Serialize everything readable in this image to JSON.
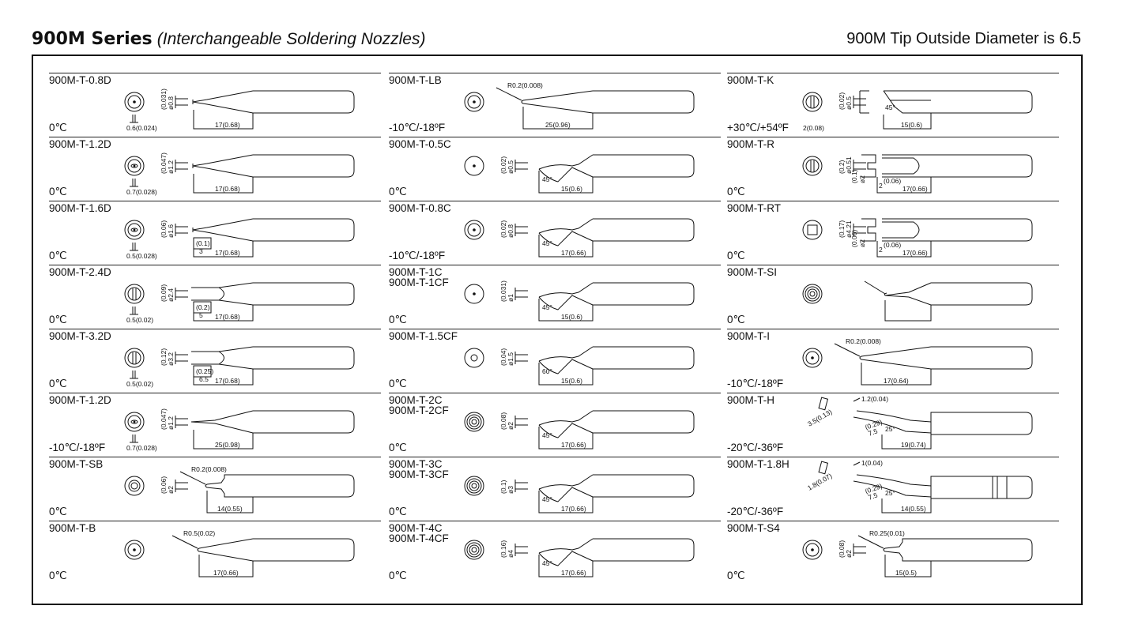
{
  "header": {
    "series_bold": "900M Series",
    "series_italic": "(Interchangeable Soldering Nozzles)",
    "note": "900M Tip Outside Diameter is 6.5"
  },
  "columns": [
    {
      "cells": [
        {
          "model": "900M-T-0.8D",
          "temp": "0℃",
          "side": "(0.031)|ø0.8",
          "flat": "0.6(0.024)",
          "len": "17(0.68)",
          "type": "cone"
        },
        {
          "model": "900M-T-1.2D",
          "temp": "0℃",
          "side": "(0.047)|ø1.2",
          "flat": "0.7(0.028)",
          "len": "17(0.68)",
          "type": "cone"
        },
        {
          "model": "900M-T-1.6D",
          "temp": "0℃",
          "side": "(0.06)|ø1.6",
          "flat": "0.5(0.028)",
          "len": "17(0.68)",
          "extra1": "3",
          "extra2": "(0.1)",
          "type": "cone"
        },
        {
          "model": "900M-T-2.4D",
          "temp": "0℃",
          "side": "(0.09)|ø2.4",
          "flat": "0.5(0.02)",
          "len": "17(0.68)",
          "extra1": "5",
          "extra2": "(0.2)",
          "type": "chisel"
        },
        {
          "model": "900M-T-3.2D",
          "temp": "0℃",
          "side": "(0.12)|ø3.2",
          "flat": "0.5(0.02)",
          "len": "17(0.68)",
          "extra1": "6.5",
          "extra2": "(0.25)",
          "type": "chisel"
        },
        {
          "model": "900M-T-1.2D",
          "temp": "-10℃/-18ºF",
          "side": "(0.047)|ø1.2",
          "flat": "0.7(0.028)",
          "len": "25(0.98)",
          "type": "long"
        },
        {
          "model": "900M-T-SB",
          "temp": "0℃",
          "side": "(0.06)|ø2",
          "flat": "",
          "len": "14(0.55)",
          "radius": "R0.2(0.008)",
          "type": "stub"
        },
        {
          "model": "900M-T-B",
          "temp": "0℃",
          "side": "",
          "flat": "",
          "len": "17(0.66)",
          "radius": "R0.5(0.02)",
          "type": "conical"
        }
      ]
    },
    {
      "cells": [
        {
          "model": "900M-T-LB",
          "temp": "-10℃/-18ºF",
          "side": "",
          "len": "25(0.96)",
          "radius": "R0.2(0.008)",
          "type": "longcone"
        },
        {
          "model": "900M-T-0.5C",
          "temp": "0℃",
          "side": "(0.02)|ø0.5",
          "len": "15(0.6)",
          "angle": "45°",
          "type": "bevel"
        },
        {
          "model": "900M-T-0.8C",
          "temp": "-10℃/-18ºF",
          "side": "(0.02)|ø0.8",
          "len": "17(0.66)",
          "angle": "45°",
          "type": "bevel"
        },
        {
          "model": "900M-T-1C\n900M-T-1CF",
          "temp": "0℃",
          "side": "(0.031)|ø1",
          "len": "15(0.6)",
          "angle": "45°",
          "type": "bevel"
        },
        {
          "model": "900M-T-1.5CF",
          "temp": "0℃",
          "side": "(0.04)|ø1.5",
          "len": "15(0.6)",
          "angle": "60°",
          "type": "bevel"
        },
        {
          "model": "900M-T-2C\n900M-T-2CF",
          "temp": "0℃",
          "side": "(0.08)|ø2",
          "len": "17(0.66)",
          "angle": "45°",
          "type": "bevel2"
        },
        {
          "model": "900M-T-3C\n900M-T-3CF",
          "temp": "0℃",
          "side": "(0.1)|ø3",
          "len": "17(0.66)",
          "angle": "45°",
          "type": "bevel2"
        },
        {
          "model": "900M-T-4C\n900M-T-4CF",
          "temp": "0℃",
          "side": "(0.16)|ø4",
          "len": "17(0.66)",
          "angle": "45°",
          "type": "bevel2"
        }
      ]
    },
    {
      "cells": [
        {
          "model": "900M-T-K",
          "temp": "+30℃/+54ºF",
          "side": "(0.02)|ø0.5",
          "flat": "2(0.08)",
          "len": "15(0.6)",
          "angle": "45°",
          "type": "knife"
        },
        {
          "model": "900M-T-R",
          "temp": "0℃",
          "side": "(0.2)|ø0.51",
          "side2": "(0.1)|ø2",
          "len": "17(0.66)",
          "extra1": "2",
          "extra2": "(0.06)",
          "type": "spoon"
        },
        {
          "model": "900M-T-RT",
          "temp": "0℃",
          "side": "(0.17)|ø4.21",
          "side2": "(0.06)|ø2",
          "len": "17(0.66)",
          "extra1": "2",
          "extra2": "(0.06)",
          "type": "spoon"
        },
        {
          "model": "900M-T-SI",
          "temp": "0℃",
          "side": "",
          "len": "",
          "type": "si"
        },
        {
          "model": "900M-T-I",
          "temp": "-10℃/-18ºF",
          "side": "",
          "len": "17(0.64)",
          "radius": "R0.2(0.008)",
          "type": "longcone"
        },
        {
          "model": "900M-T-H",
          "temp": "-20℃/-36ºF",
          "side": "3.5(0.13)",
          "len": "19(0.74)",
          "top": "1.2(0.04)",
          "mid": "(0.29)|7.5",
          "angle": "25°",
          "type": "bent"
        },
        {
          "model": "900M-T-1.8H",
          "temp": "-20℃/-36ºF",
          "side": "1.8(0.07)",
          "len": "14(0.55)",
          "top": "1(0.04)",
          "mid": "(0.29)|7.5",
          "angle": "25°",
          "type": "bent2"
        },
        {
          "model": "900M-T-S4",
          "temp": "0℃",
          "side": "(0.08)|ø2",
          "len": "15(0.5)",
          "radius": "R0.25(0.01)",
          "type": "stub"
        }
      ]
    }
  ]
}
